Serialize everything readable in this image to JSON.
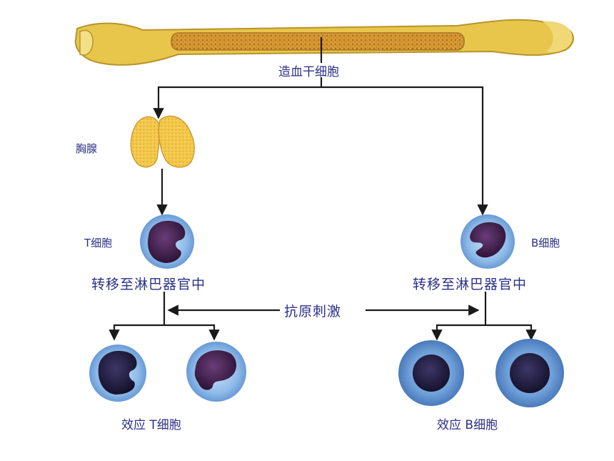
{
  "labels": {
    "stem_cell": "造血干细胞",
    "thymus": "胸腺",
    "t_cell": "T细胞",
    "b_cell": "B细胞",
    "migrate_left": "转移至淋巴器官中",
    "migrate_right": "转移至淋巴器官中",
    "antigen": "抗原刺激",
    "effector_t": "效应 T细胞",
    "effector_b": "效应 B细胞"
  },
  "colors": {
    "label_text": "#2c2f86",
    "line": "#1a1a1a",
    "bone": "#e7c44a",
    "bone_edge": "#b8942a",
    "marrow": "#c98a2a",
    "thymus": "#f2c443",
    "cell_membrane": "#6ea5dd",
    "t_nucleus": "#3a1e4a",
    "b_cell_membrane": "#4f86c6",
    "b_nucleus": "#1f1c3e"
  }
}
